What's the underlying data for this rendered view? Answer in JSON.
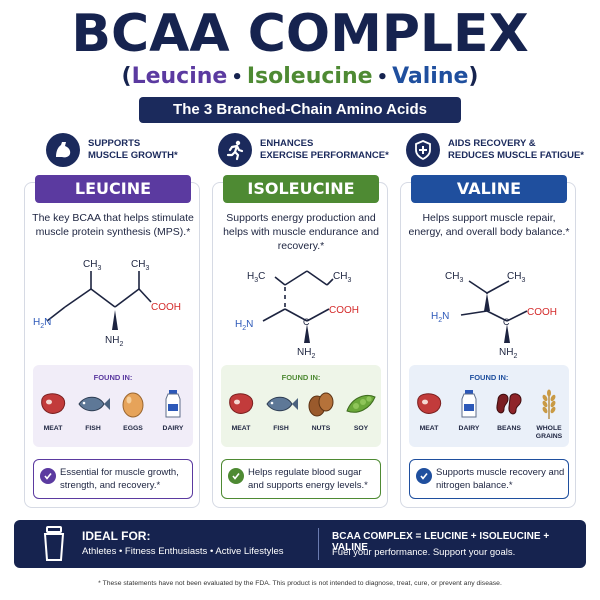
{
  "header": {
    "title": "BCAA COMPLEX",
    "paren_open": "(",
    "paren_close": ")",
    "leucine": "Leucine",
    "isoleucine": "Isoleucine",
    "valine": "Valine",
    "bullet": "•",
    "banner": "The 3 Branched-Chain Amino Acids"
  },
  "benefits": [
    {
      "icon": "flexed-arm-icon",
      "text": "SUPPORTS\nMUSCLE GROWTH*"
    },
    {
      "icon": "running-person-icon",
      "text": "ENHANCES\nEXERCISE PERFORMANCE*"
    },
    {
      "icon": "shield-plus-icon",
      "text": "AIDS RECOVERY &\nREDUCES MUSCLE FATIGUE*"
    }
  ],
  "cards": [
    {
      "name": "LEUCINE",
      "color": "#5b3aa0",
      "tint": "#f1edf8",
      "desc": "The key BCAA that helps stimulate muscle protein synthesis (MPS).*",
      "found_in": "FOUND IN:",
      "foods": [
        "MEAT",
        "FISH",
        "EGGS",
        "DAIRY"
      ],
      "benefit": "Essential for muscle growth, strength, and recovery.*"
    },
    {
      "name": "ISOLEUCINE",
      "color": "#4e8a33",
      "tint": "#eef5e8",
      "desc": "Supports energy production and helps with muscle endurance and recovery.*",
      "found_in": "FOUND IN:",
      "foods": [
        "MEAT",
        "FISH",
        "NUTS",
        "SOY"
      ],
      "benefit": "Helps regulate blood sugar and supports energy levels.*"
    },
    {
      "name": "VALINE",
      "color": "#1f4f9e",
      "tint": "#eaf0f9",
      "desc": "Helps support muscle repair, energy, and overall body balance.*",
      "found_in": "FOUND IN:",
      "foods": [
        "MEAT",
        "DAIRY",
        "BEANS",
        "WHOLE GRAINS"
      ],
      "benefit": "Supports muscle recovery and nitrogen balance.*"
    }
  ],
  "molecule_labels": {
    "ch3": "CH",
    "h3c": "H",
    "sub3": "3",
    "c": "C",
    "cooh": "COOH",
    "h2n": "H",
    "sub2": "2",
    "n": "N",
    "nh2": "NH"
  },
  "footer": {
    "ideal_title": "IDEAL FOR:",
    "ideal_list": "Athletes • Fitness Enthusiasts • Active Lifestyles",
    "equation": "BCAA COMPLEX = LEUCINE + ISOLEUCINE + VALINE",
    "tagline": "Fuel your performance. Support your goals."
  },
  "disclaimer": "* These statements have not been evaluated by the FDA. This product is not intended to diagnose, treat, cure, or prevent any disease.",
  "colors": {
    "navy": "#16234f",
    "cooh_red": "#d42a2a",
    "amine_blue": "#2c58b8"
  }
}
